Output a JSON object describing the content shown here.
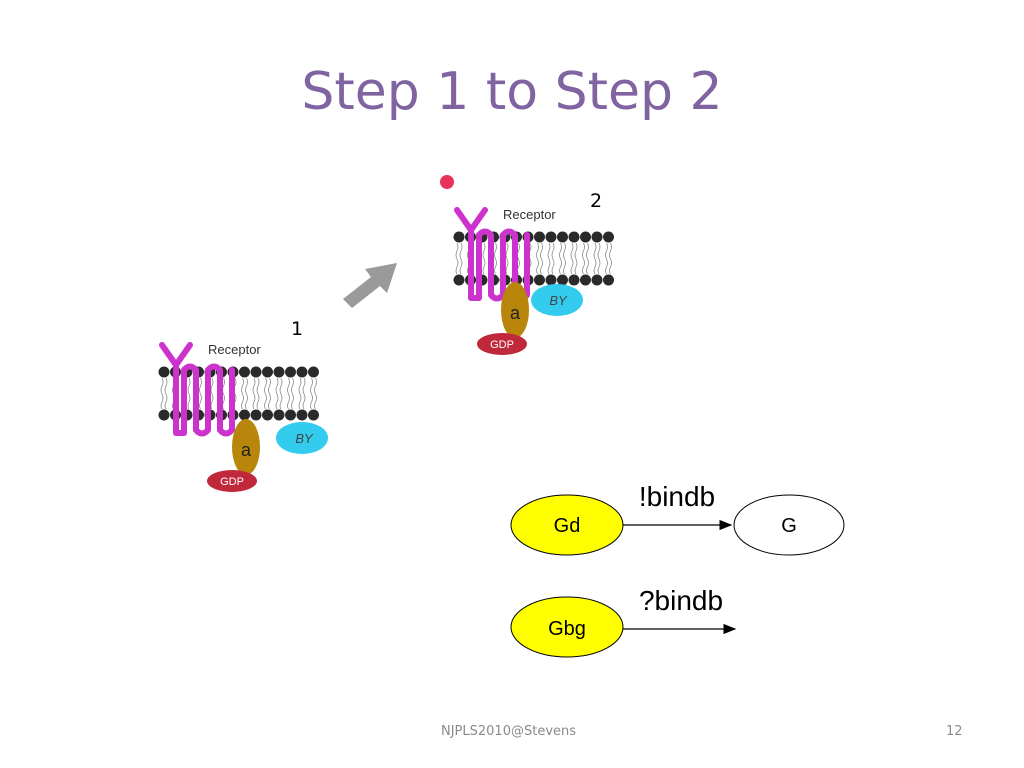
{
  "slide": {
    "title": "Step 1 to Step 2",
    "footer": "NJPLS2010@Stevens",
    "page_number": "12"
  },
  "figures": {
    "step1": {
      "number": "1",
      "receptor_label": "Receptor",
      "alpha_label": "a",
      "betagamma_label": "BY",
      "gdp_label": "GDP"
    },
    "step2": {
      "number": "2",
      "receptor_label": "Receptor",
      "alpha_label": "a",
      "betagamma_label": "BY",
      "gdp_label": "GDP"
    }
  },
  "automaton": {
    "row1": {
      "from_state": "Gd",
      "action": "!bindb",
      "to_state": "G"
    },
    "row2": {
      "from_state": "Gbg",
      "action": "?bindb"
    }
  },
  "colors": {
    "title": "#8064a2",
    "receptor": "#cc33cc",
    "alpha": "#b8860b",
    "betagamma": "#33ccee",
    "gdp": "#c0283c",
    "ligand": "#e8335a",
    "state_yellow": "#ffff00",
    "arrow_gray": "#9a9a9a"
  }
}
